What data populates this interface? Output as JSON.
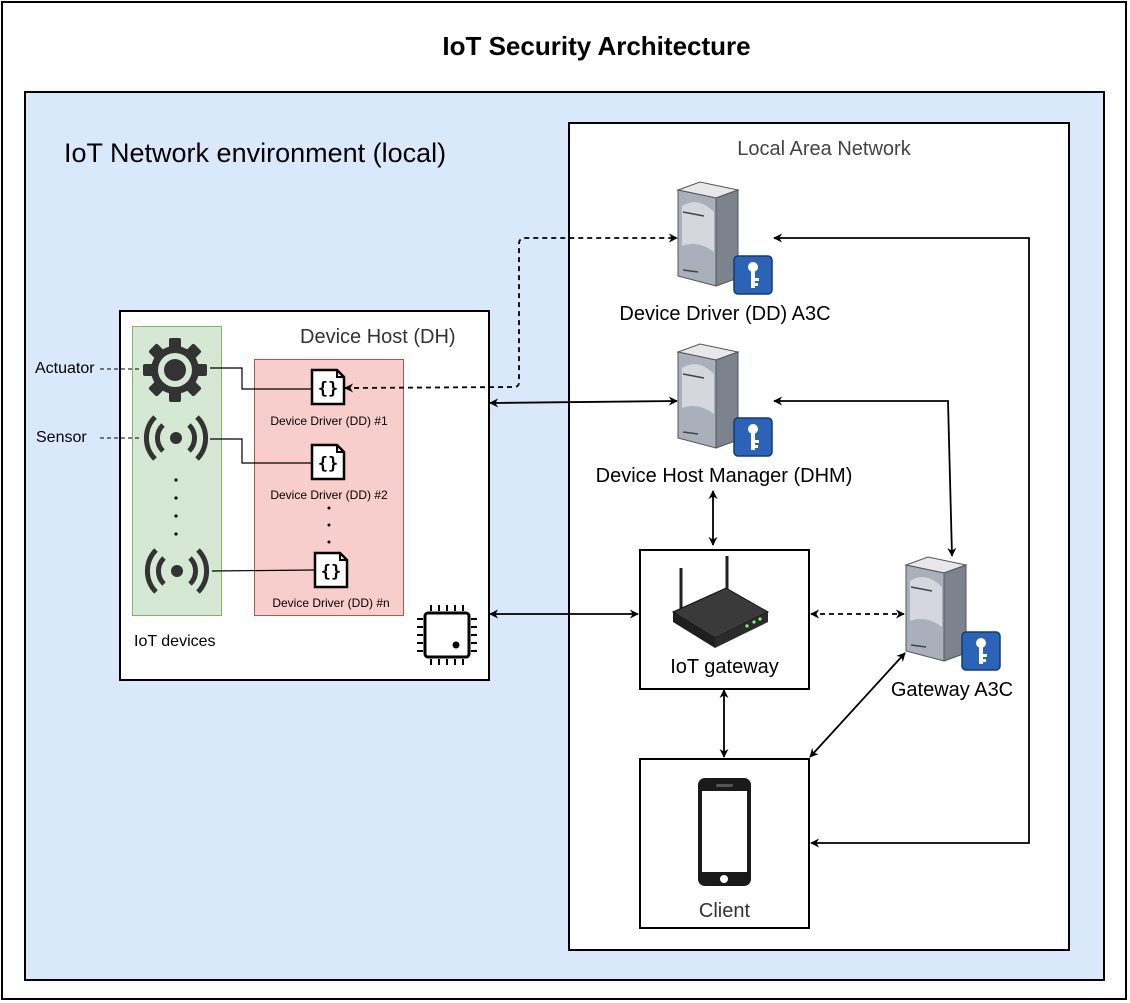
{
  "title": "IoT Security Architecture",
  "environment": {
    "label": "IoT Network environment (local)"
  },
  "lan": {
    "label": "Local Area Network"
  },
  "device_host": {
    "label": "Device Host (DH)",
    "devices_label": "IoT devices",
    "actuator_label": "Actuator",
    "sensor_label": "Sensor",
    "drivers": [
      "Device Driver (DD) #1",
      "Device Driver (DD) #2",
      "Device Driver (DD) #n"
    ]
  },
  "servers": {
    "dd_a3c": "Device Driver (DD) A3C",
    "dhm": "Device Host Manager (DHM)",
    "gateway_a3c": "Gateway A3C"
  },
  "gateway": {
    "label": "IoT gateway"
  },
  "client": {
    "label": "Client"
  },
  "icons": [
    "gear-icon",
    "antenna-icon",
    "code-file-icon",
    "chip-icon",
    "server-icon",
    "key-icon",
    "router-icon",
    "phone-icon"
  ]
}
